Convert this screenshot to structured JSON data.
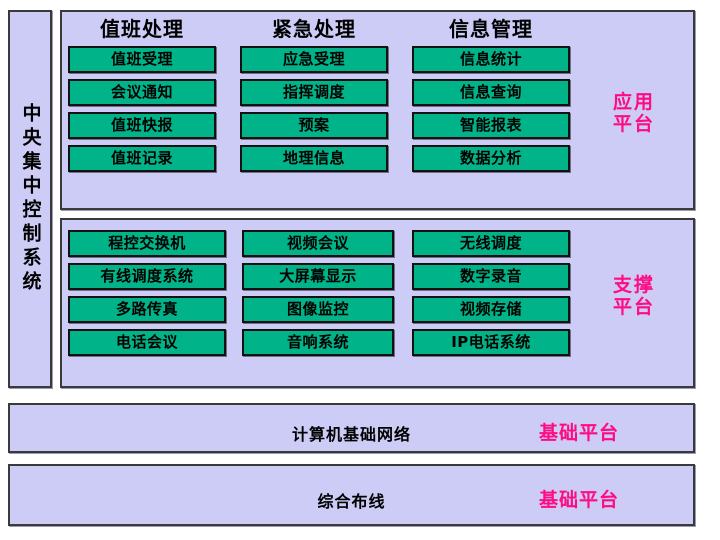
{
  "diagram": {
    "title": "中央集中控制系统",
    "spine": {
      "label": "中央集中控制系统"
    },
    "colors": {
      "panel_background": "#ccccf7",
      "panel_border": "#3a3a3a",
      "button_fill": "#00b388",
      "button_border": "#111111",
      "platform_tag": "#ff0c82",
      "text": "#000000",
      "page_background": "#ffffff"
    },
    "panels": [
      {
        "id": "application-platform",
        "tag_lines": [
          "应用",
          "平台"
        ],
        "columns": [
          {
            "title": "值班处理",
            "items": [
              "值班受理",
              "会议通知",
              "值班快报",
              "值班记录"
            ]
          },
          {
            "title": "紧急处理",
            "items": [
              "应急受理",
              "指挥调度",
              "预案",
              "地理信息"
            ]
          },
          {
            "title": "信息管理",
            "items": [
              "信息统计",
              "信息查询",
              "智能报表",
              "数据分析"
            ]
          }
        ]
      },
      {
        "id": "support-platform",
        "tag_lines": [
          "支撑",
          "平台"
        ],
        "columns": [
          {
            "title": "",
            "items": [
              "程控交换机",
              "有线调度系统",
              "多路传真",
              "电话会议"
            ]
          },
          {
            "title": "",
            "items": [
              "视频会议",
              "大屏幕显示",
              "图像监控",
              "音响系统"
            ]
          },
          {
            "title": "",
            "items": [
              "无线调度",
              "数字录音",
              "视频存储",
              "IP电话系统"
            ]
          }
        ]
      }
    ],
    "bars": [
      {
        "id": "network",
        "label": "计算机基础网络",
        "tag": "基础平台"
      },
      {
        "id": "cabling",
        "label": "综合布线",
        "tag": "基础平台"
      }
    ]
  }
}
